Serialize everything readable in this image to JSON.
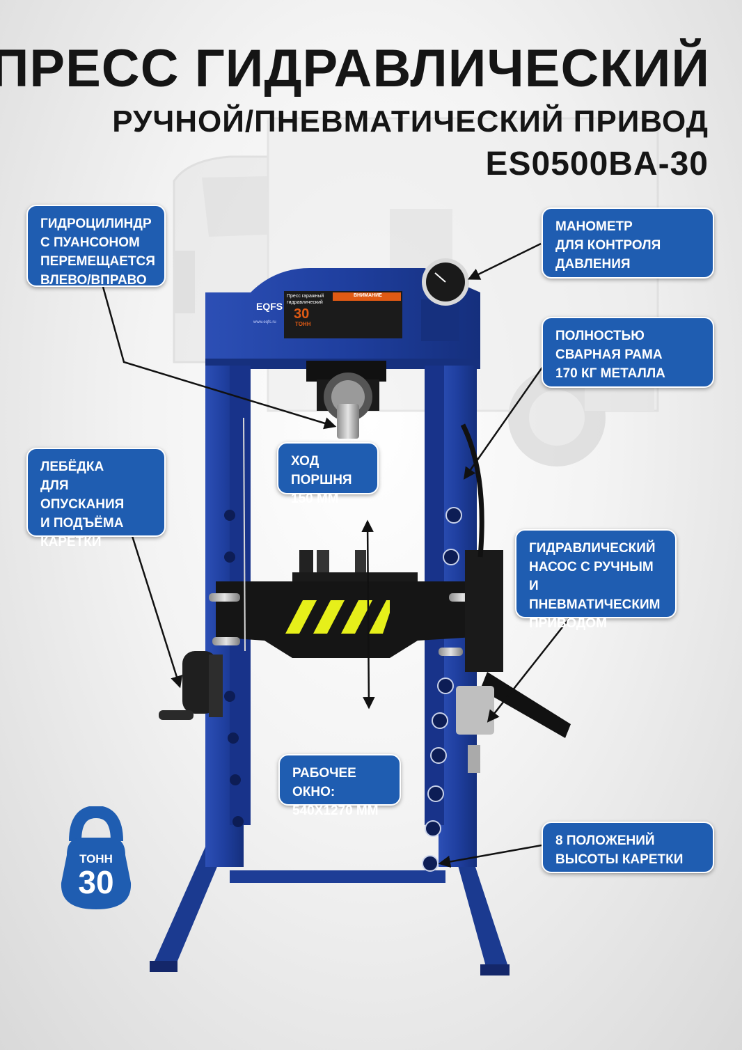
{
  "title": {
    "line1": "ПРЕСС ГИДРАВЛИЧЕСКИЙ",
    "line2": "РУЧНОЙ/ПНЕВМАТИЧЕСКИЙ ПРИВОД",
    "line3": "ES0500BA-30"
  },
  "callouts": {
    "cylinder": "ГИДРОЦИЛИНДР\nС ПУАНСОНОМ\nПЕРЕМЕЩАЕТСЯ\nВЛЕВО/ВПРАВО",
    "gauge": "МАНОМЕТР\nДЛЯ КОНТРОЛЯ\nДАВЛЕНИЯ",
    "frame": "ПОЛНОСТЬЮ\nСВАРНАЯ РАМА\n170 КГ МЕТАЛЛА",
    "stroke": "ХОД ПОРШНЯ\n150 ММ",
    "winch": "ЛЕБЁДКА\nДЛЯ ОПУСКАНИЯ\nИ ПОДЪЁМА\nКАРЕТКИ",
    "pump": "ГИДРАВЛИЧЕСКИЙ\nНАСОС С РУЧНЫМ\nИ ПНЕВМАТИЧЕСКИМ\nПРИВОДОМ",
    "window": "РАБОЧЕЕ ОКНО:\n540X1270 ММ",
    "positions": "8 ПОЛОЖЕНИЙ\nВЫСОТЫ КАРЕТКИ"
  },
  "badge": {
    "unit": "ТОНН",
    "value": "30"
  },
  "press_plate": {
    "brand": "EQFS",
    "site": "www.eqfs.ru",
    "name": "Пресс гаражный гидравлический",
    "tons": "30",
    "tons_unit": "ТОНН",
    "warning": "ВНИМАНИЕ"
  },
  "colors": {
    "press_blue": "#1d3d96",
    "callout_blue": "#1f5db1",
    "warning_yellow": "#e6ef1a"
  }
}
